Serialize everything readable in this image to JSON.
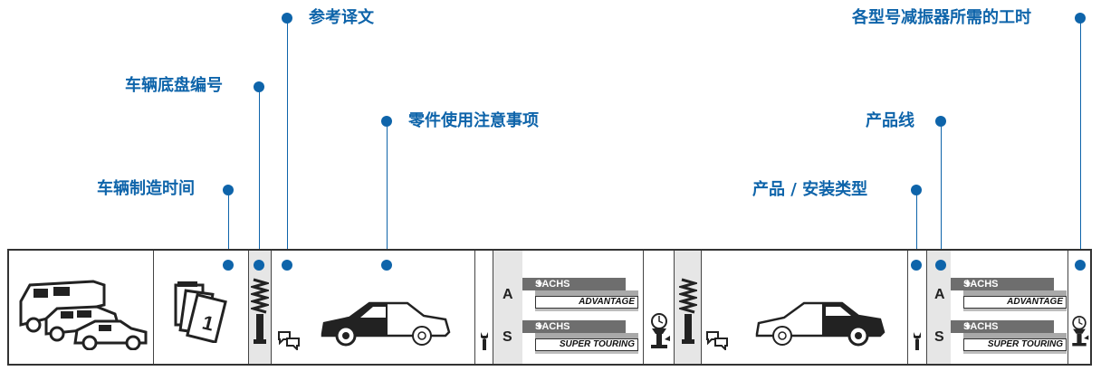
{
  "labels": {
    "manufacture_time": "车辆制造时间",
    "chassis_number": "车辆底盘编号",
    "reference_translation": "参考译文",
    "usage_notes": "零件使用注意事项",
    "product_install_type": "产品 / 安装类型",
    "product_line": "产品线",
    "labor_time": "各型号减振器所需的工时"
  },
  "strip": {
    "letters": [
      "A",
      "S"
    ],
    "brand": "SACHS",
    "advantage": "ADVANTAGE",
    "super_touring": "SUPER TOURING"
  },
  "colors": {
    "accent": "#0e64aa",
    "border": "#333333",
    "badge_dark": "#6e6e6e",
    "cell_grey": "#e6e6e6"
  },
  "icons": [
    "vehicles-icon",
    "catalog-pages-icon",
    "shock-spring-icon",
    "speech-bubbles-icon",
    "car-front-highlight-icon",
    "wrench-icon",
    "labor-time-icon",
    "car-rear-highlight-icon"
  ]
}
